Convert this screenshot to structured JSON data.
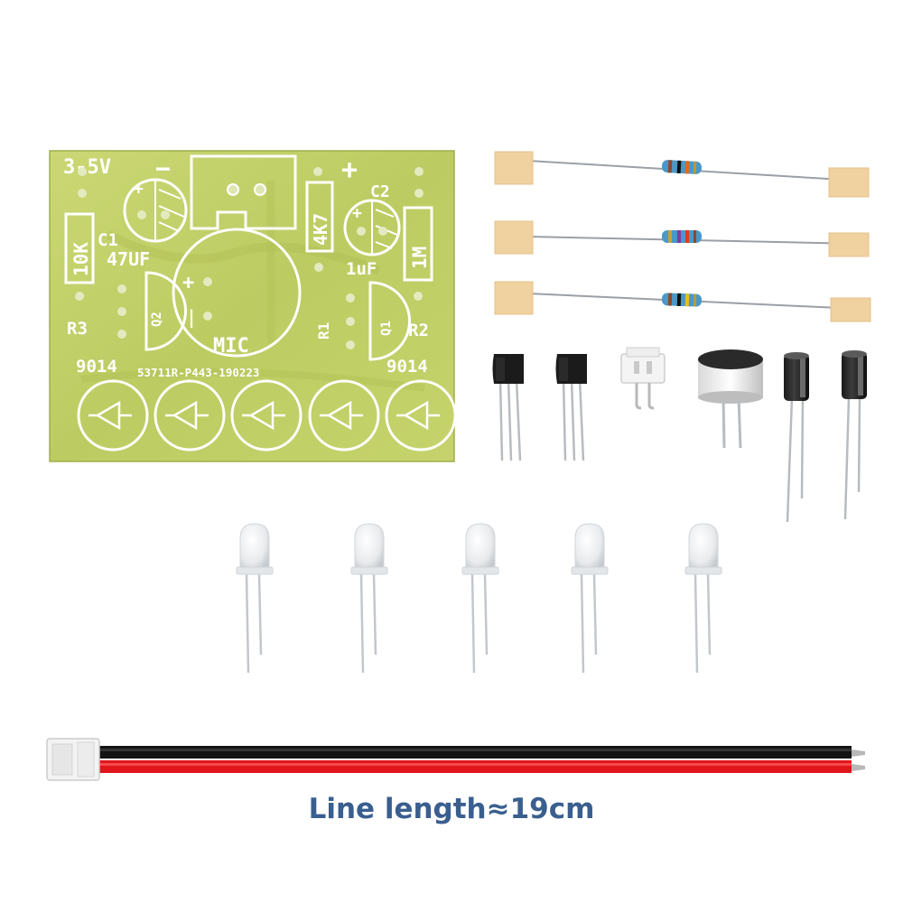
{
  "pcb": {
    "voltage": "3-5V",
    "minus": "−",
    "plus_top": "+",
    "r_10k": "10K",
    "c1": "C1",
    "c1_val": "47UF",
    "r_4k7": "4K7",
    "c2": "C2",
    "c2_val": "1uF",
    "r_1m": "1M",
    "mic": "MIC",
    "mic_plus": "+",
    "mic_minus": "|",
    "q2": "Q2",
    "q1": "Q1",
    "r1": "R1",
    "r2": "R2",
    "r3": "R3",
    "t_left": "9014",
    "t_right": "9014",
    "pcb_id": "53711R-P443-190223"
  },
  "caption": "Line length≈19cm",
  "colors": {
    "pcb_green": "#c3d06a",
    "silkscreen": "#ffffff",
    "wire_red": "#e0161c",
    "wire_black": "#141414",
    "caption_blue": "#3a5f8f",
    "tape": "#f0d2a0"
  }
}
